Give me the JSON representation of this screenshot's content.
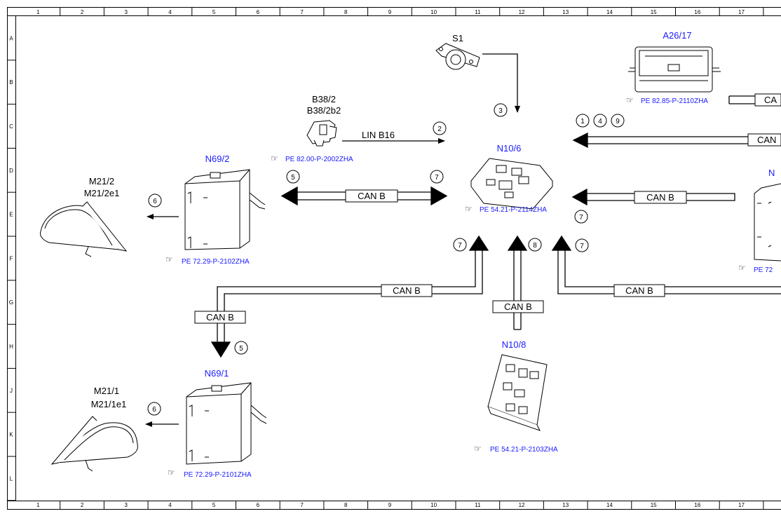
{
  "grid": {
    "columns": [
      "1",
      "2",
      "3",
      "4",
      "5",
      "6",
      "7",
      "8",
      "9",
      "10",
      "11",
      "12",
      "13",
      "14",
      "15",
      "16",
      "17"
    ],
    "rows": [
      "A",
      "B",
      "C",
      "D",
      "E",
      "F",
      "G",
      "H",
      "J",
      "K",
      "L"
    ]
  },
  "components": {
    "s1": {
      "label": "S1"
    },
    "a26_17": {
      "label": "A26/17",
      "ref": "PE 82.85-P-2110ZHA"
    },
    "b38_2": {
      "label1": "B38/2",
      "label2": "B38/2b2",
      "ref": "PE 82.00-P-2002ZHA"
    },
    "n10_6": {
      "label": "N10/6",
      "ref": "PE 54.21-P-2114ZHA"
    },
    "n69_2": {
      "label": "N69/2",
      "ref": "PE 72.29-P-2102ZHA"
    },
    "n69_1": {
      "label": "N69/1",
      "ref": "PE 72.29-P-2101ZHA"
    },
    "n10_8": {
      "label": "N10/8",
      "ref": "PE 54.21-P-2103ZHA"
    },
    "m21_2": {
      "label1": "M21/2",
      "label2": "M21/2e1"
    },
    "m21_1": {
      "label1": "M21/1",
      "label2": "M21/1e1"
    },
    "right_module": {
      "label": "N",
      "ref": "PE 72"
    }
  },
  "buses": {
    "can_b": "CAN B",
    "can_short": "CA",
    "can_trunc": "CAN",
    "lin": "LIN B16"
  },
  "signals": [
    "1",
    "2",
    "3",
    "4",
    "5",
    "6",
    "7",
    "8",
    "9"
  ],
  "colors": {
    "label_blue": "#1a1aff",
    "line": "#000000"
  }
}
